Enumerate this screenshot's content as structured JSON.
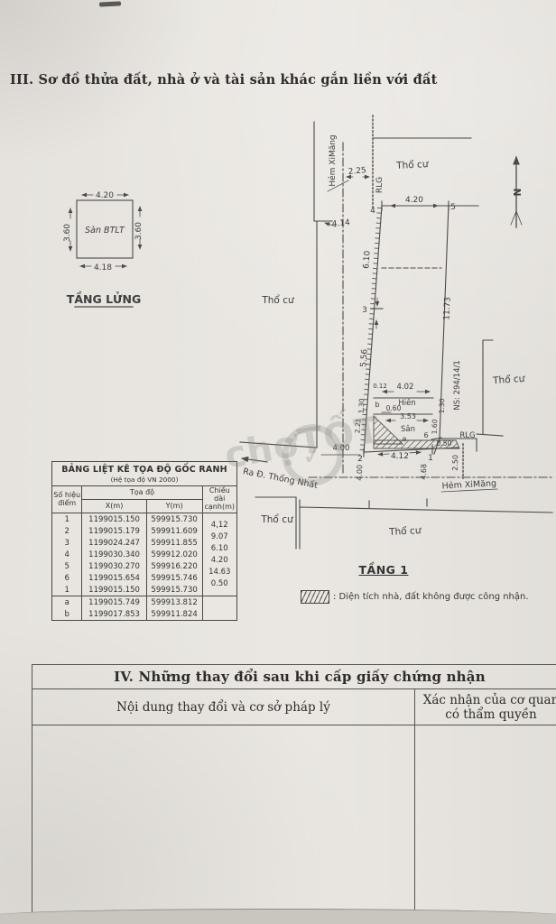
{
  "page": {
    "section3_title": "III. Sơ đồ thửa đất, nhà ở và tài sản khác gắn liền với đất",
    "section4_title": "IV. Những thay đổi sau khi cấp giấy chứng nhận",
    "section4_col_left": "Nội dung thay đổi và cơ sở pháp lý",
    "section4_col_right": "Xác nhận của cơ quan có thẩm quyền"
  },
  "watermark": {
    "text": "chợTỐT",
    "check": "✓"
  },
  "mezzanine": {
    "title": "TẦNG LỬNG",
    "room": "Sàn BTLT",
    "dim_top": "4.20",
    "dim_bottom": "4.18",
    "dim_left": "3.60",
    "dim_right": "3.60"
  },
  "diagram": {
    "floor_title": "TẦNG 1",
    "legend_text": ": Diện tích nhà, đất không được công nhận.",
    "labels": {
      "hem_ximang_v": "Hẻm XiMăng",
      "hem_ximang_h": "Hẻm XiMăng",
      "rlg_top": "RLG",
      "rlg_bottom": "RLG",
      "tho_cu_top": "Thổ cư",
      "tho_cu_left": "Thổ cư",
      "tho_cu_right": "Thổ cư",
      "tho_cu_bottom_left": "Thổ cư",
      "tho_cu_bottom_center": "Thổ cư",
      "ns": "NS: 294/14/1",
      "ra_duong": "Ra Đ. Thống Nhất",
      "hien": "Hiên",
      "san": "Sân",
      "north": "N"
    },
    "dims": {
      "d225": "2.25",
      "d414": "4.14",
      "d420": "4.20",
      "d610": "6.10",
      "d556": "5.56",
      "d1173": "11.73",
      "d012": "0.12",
      "d402": "4.02",
      "d130_left": "1.30",
      "d130_right": "1.30",
      "d060": "0.60",
      "d353": "3.53",
      "d221": "2.21",
      "d160": "1.60",
      "d050": "0.50",
      "d412": "4.12",
      "d400_corner": "4.00",
      "d400_hem": "4.00",
      "d468": "4.68",
      "d250": "2.50"
    },
    "points": {
      "p1": "1",
      "p2": "2",
      "p3": "3",
      "p4": "4",
      "p5": "5",
      "p6": "6",
      "pa": "a",
      "pb": "b"
    }
  },
  "coord_table": {
    "title": "BẢNG LIỆT KÊ TỌA ĐỘ GỐC RANH",
    "subtitle": "(Hệ tọa độ VN 2000)",
    "header": {
      "point_l1": "Số hiệu",
      "point_l2": "điểm",
      "coords": "Tọa độ",
      "x": "X(m)",
      "y": "Y(m)",
      "len_l1": "Chiều dài",
      "len_l2": "cạnh(m)"
    },
    "rows": [
      {
        "p": "1",
        "x": "1199015.150",
        "y": "599915.730"
      },
      {
        "p": "2",
        "x": "1199015.179",
        "y": "599911.609"
      },
      {
        "p": "3",
        "x": "1199024.247",
        "y": "599911.855"
      },
      {
        "p": "4",
        "x": "1199030.340",
        "y": "599912.020"
      },
      {
        "p": "5",
        "x": "1199030.270",
        "y": "599916.220"
      },
      {
        "p": "6",
        "x": "1199015.654",
        "y": "599915.746"
      },
      {
        "p": "1",
        "x": "1199015.150",
        "y": "599915.730"
      }
    ],
    "lengths": [
      "4,12",
      "9.07",
      "6.10",
      "4.20",
      "14.63",
      "0.50"
    ],
    "extra_rows": [
      {
        "p": "a",
        "x": "1199015.749",
        "y": "599913.812"
      },
      {
        "p": "b",
        "x": "1199017.853",
        "y": "599911.824"
      }
    ]
  }
}
